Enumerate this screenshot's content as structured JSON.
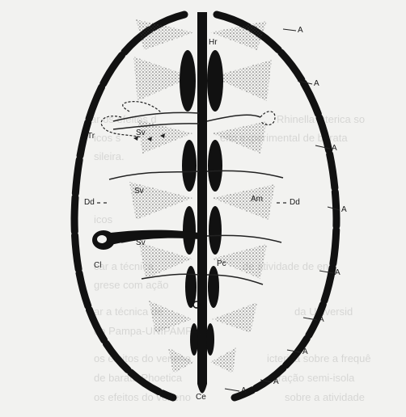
{
  "labels": {
    "hr": "Hr",
    "tr": "Tr",
    "sv1": "Sv",
    "sv2": "Sv",
    "sv3": "Sv",
    "dd_left": "Dd",
    "dd_right": "Dd",
    "am": "Am",
    "pc": "Pc",
    "cl": "Cl",
    "ce": "Ce",
    "a_labels": [
      "A",
      "A",
      "A",
      "A",
      "A",
      "A",
      "A",
      "A",
      "A"
    ]
  },
  "bleed_through": [
    "ar os efeitos d",
    "Rhinella icterica so",
    "icos s",
    "eito experimental de barata",
    "sileira.",
    "icos",
    "car a técnica",
    "de atividade de enz",
    "grese com ação",
    "ar a técnica de",
    "da Universid",
    "do Pampa-UNIPAMPA;",
    "os efeitos do veneno",
    "icterica sobre a frequê",
    "de barata Phoetica",
    "coração semi-isola",
    "os efeitos do veneno",
    "sobre a atividade"
  ]
}
